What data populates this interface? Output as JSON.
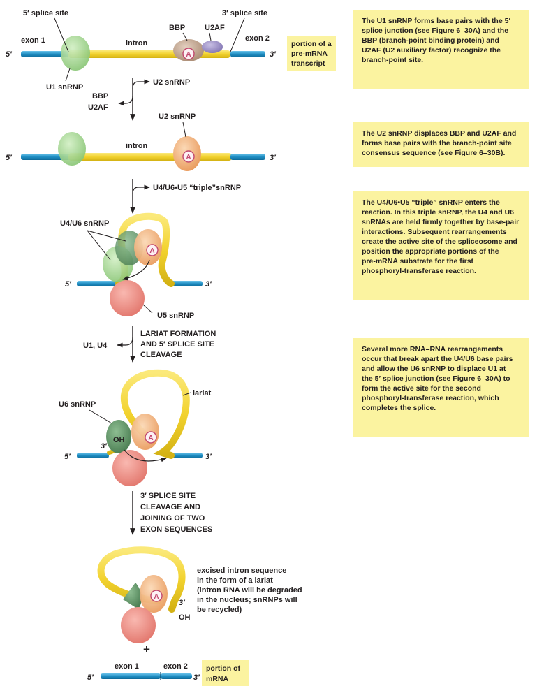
{
  "step1": {
    "five_splice": "5′ splice site",
    "three_splice": "3′ splice site",
    "exon1": "exon 1",
    "intron": "intron",
    "exon2": "exon 2",
    "bbp": "BBP",
    "u2af": "U2AF",
    "five": "5′",
    "three": "3′",
    "a": "A",
    "u1": "U1 snRNP",
    "premrna_label": [
      "portion of a",
      "pre-mRNA",
      "transcript"
    ]
  },
  "arrow1": {
    "in_label": "U2 snRNP",
    "out_labels": [
      "BBP",
      "U2AF"
    ]
  },
  "step2": {
    "u2": "U2 snRNP",
    "intron": "intron",
    "five": "5′",
    "three": "3′",
    "a": "A"
  },
  "arrow2": {
    "in_label": "U4/U6•U5 “triple”snRNP"
  },
  "step3": {
    "u4u6": "U4/U6 snRNP",
    "u5": "U5 snRNP",
    "five": "5′",
    "three": "3′",
    "a": "A"
  },
  "arrow3": {
    "label": [
      "LARIAT FORMATION",
      "AND 5′ SPLICE SITE",
      "CLEAVAGE"
    ],
    "out_label": "U1, U4"
  },
  "step4": {
    "u6": "U6 snRNP",
    "lariat": "lariat",
    "oh": "OH",
    "three_oh": "3′",
    "five": "5′",
    "three": "3′",
    "a": "A"
  },
  "arrow4": {
    "label": [
      "3′ SPLICE SITE",
      "CLEAVAGE AND",
      "JOINING OF TWO",
      "EXON SEQUENCES"
    ]
  },
  "step5": {
    "a": "A",
    "three": "3′",
    "oh": "OH",
    "excised_label": [
      "excised intron sequence",
      "in the form of a lariat",
      "(intron RNA will be degraded",
      "in the nucleus; snRNPs will",
      "be recycled)"
    ],
    "plus": "+",
    "exon1": "exon 1",
    "exon2": "exon 2",
    "five_m": "5′",
    "three_m": "3′",
    "mrna_label": [
      "portion of",
      "mRNA"
    ]
  },
  "notes": [
    [
      "The U1 snRNP forms base pairs with the 5′",
      "splice junction (see Figure 6–30A) and the",
      "BBP (branch-point binding protein) and",
      "U2AF (U2 auxiliary factor) recognize the",
      "branch-point site."
    ],
    [
      "The U2 snRNP displaces BBP and U2AF and",
      "forms base pairs with the branch-point site",
      "consensus sequence (see Figure 6–30B)."
    ],
    [
      "The U4/U6•U5 “triple” snRNP enters the",
      "reaction. In this triple snRNP, the U4 and U6",
      "snRNAs are held firmly together by base-pair",
      "interactions. Subsequent rearrangements",
      "create the active site of the spliceosome and",
      "position the appropriate portions of the",
      "pre-mRNA substrate for the first",
      "phosphoryl-transferase reaction."
    ],
    [
      "Several more RNA–RNA rearrangements",
      "occur that break apart the U4/U6 base pairs",
      "and allow the U6 snRNP to displace U1 at",
      "the 5′ splice junction (see Figure 6–30A) to",
      "form the active site for the second",
      "phosphoryl-transferase reaction, which",
      "completes the splice."
    ]
  ],
  "colors": {
    "exon": "#1f8fc4",
    "intron": "#f2d22e",
    "u1": "#9ed68a",
    "u2": "#f4b37a",
    "u6": "#5d9464",
    "u5": "#f08a80",
    "bbp": "#c3a38c",
    "u2af": "#9c8ec4",
    "note_bg": "#fbf3a0"
  }
}
